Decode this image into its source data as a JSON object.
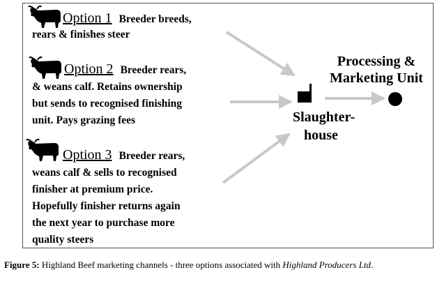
{
  "options": [
    {
      "heading": "Option 1",
      "lines": [
        "Breeder breeds,",
        "rears & finishes steer"
      ]
    },
    {
      "heading": "Option 2",
      "lines": [
        "Breeder rears,",
        "& weans calf.  Retains ownership",
        "but sends to recognised finishing",
        "unit.  Pays grazing fees"
      ]
    },
    {
      "heading": "Option 3",
      "lines": [
        "Breeder rears,",
        "weans calf & sells to recognised",
        "finisher at premium price.",
        "Hopefully finisher returns again",
        "the next year to purchase more",
        "quality steers"
      ]
    }
  ],
  "slaughterhouse": {
    "line1": "Slaughter-",
    "line2": "house"
  },
  "processing": {
    "line1": "Processing &",
    "line2": "Marketing Unit"
  },
  "caption": {
    "label": "Figure 5:",
    "text": "Highland Beef marketing channels - three options associated with",
    "italic": "Highland Producers Ltd",
    "end": "."
  },
  "colors": {
    "arrow": "#c8c8c8",
    "ink": "#000000",
    "border": "#555555"
  },
  "icons": [
    "highland-bull-icon",
    "slaughterhouse-building-icon",
    "processing-unit-dot-icon"
  ]
}
